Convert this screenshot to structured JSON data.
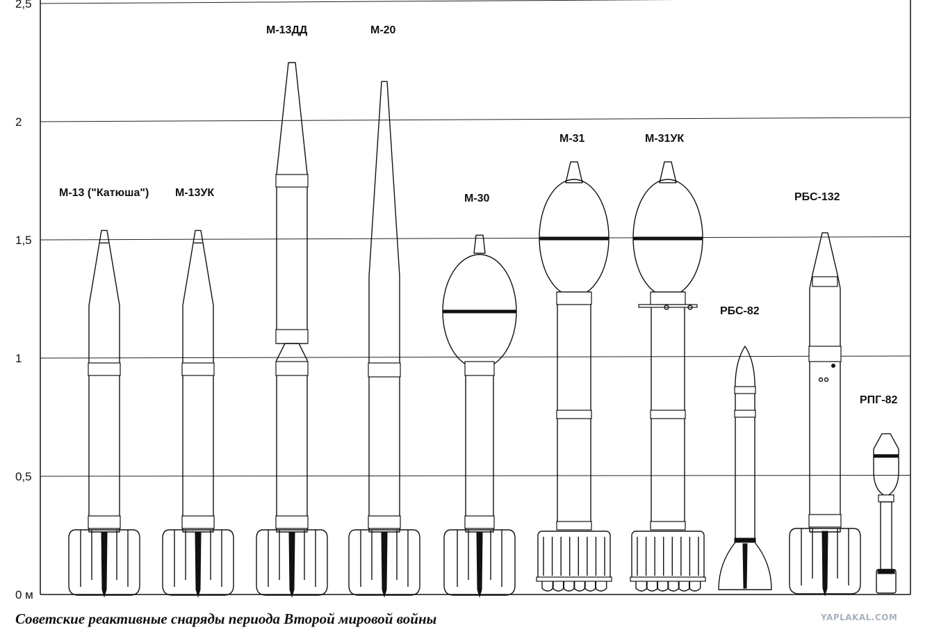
{
  "axis": {
    "ticks": [
      {
        "label": "2,5",
        "value": 2.5
      },
      {
        "label": "2",
        "value": 2.0
      },
      {
        "label": "1,5",
        "value": 1.5
      },
      {
        "label": "1",
        "value": 1.0
      },
      {
        "label": "0,5",
        "value": 0.5
      },
      {
        "label": "0 м",
        "value": 0.0
      }
    ]
  },
  "rockets": [
    {
      "id": "m13",
      "label": "М-13 (\"Катюша\")",
      "type": "standard",
      "length": 1.54
    },
    {
      "id": "m13uk",
      "label": "М-13УК",
      "type": "standard",
      "length": 1.54
    },
    {
      "id": "m13dd",
      "label": "М-13ДД",
      "type": "dd",
      "length": 2.25
    },
    {
      "id": "m20",
      "label": "М-20",
      "type": "m20",
      "length": 2.17
    },
    {
      "id": "m30",
      "label": "М-30",
      "type": "egg",
      "length": 1.52
    },
    {
      "id": "m31",
      "label": "М-31",
      "type": "egg-large",
      "length": 1.83
    },
    {
      "id": "m31uk",
      "label": "М-31УК",
      "type": "egg-large-uk",
      "length": 1.83
    },
    {
      "id": "rbs82",
      "label": "РБС-82",
      "type": "small",
      "length": 1.05
    },
    {
      "id": "rbs132",
      "label": "РБС-132",
      "type": "rbs132",
      "length": 1.53
    },
    {
      "id": "rpg82",
      "label": "РПГ-82",
      "type": "grenade",
      "length": 0.68
    }
  ],
  "caption": "Советские реактивные снаряды периода Второй мировой войны",
  "watermark": "YAPLAKAL.COM"
}
